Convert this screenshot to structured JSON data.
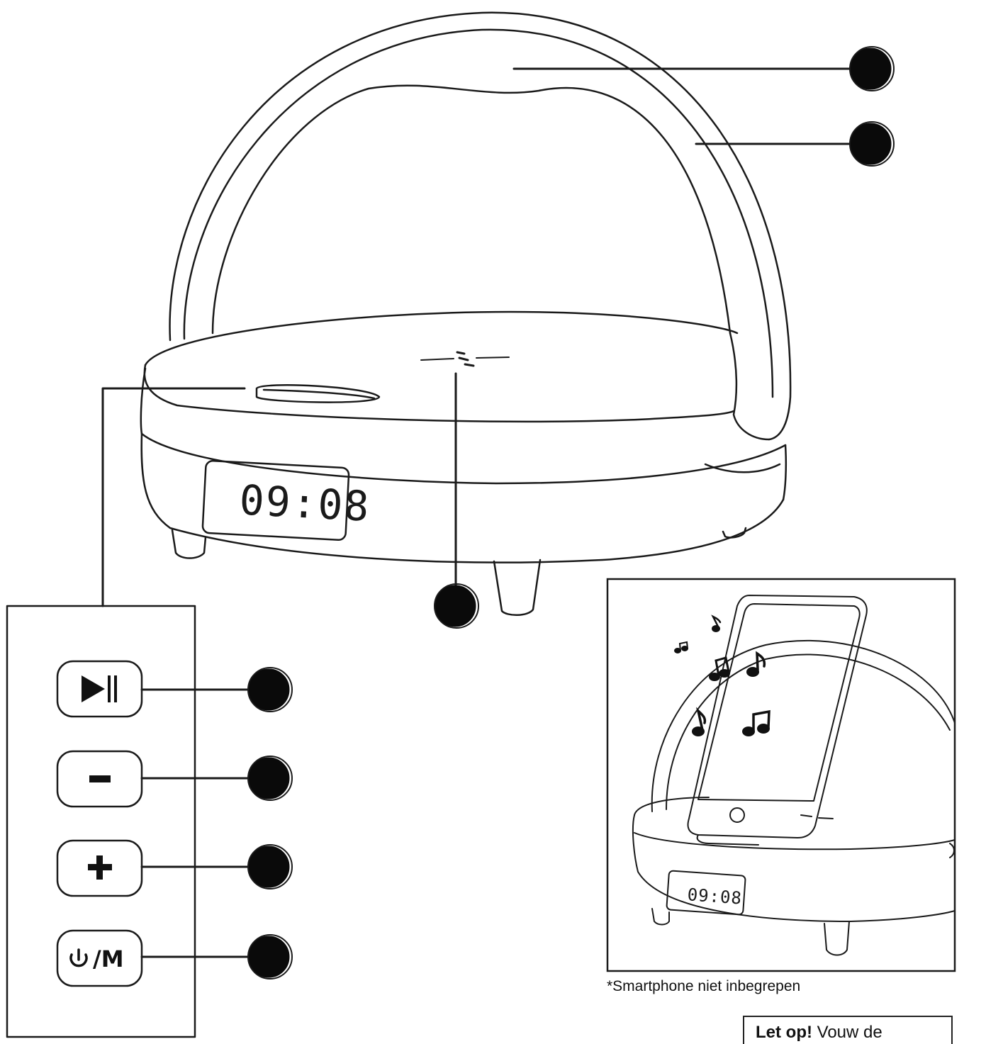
{
  "lamp": {
    "clock_display": "09:08"
  },
  "panel": {
    "buttons": [
      {
        "id": "play-pause",
        "icon": "play-pause-icon"
      },
      {
        "id": "volume-down",
        "glyph": "−",
        "icon": "minus-icon"
      },
      {
        "id": "volume-up",
        "glyph": "+",
        "icon": "plus-icon"
      },
      {
        "id": "power-mode",
        "glyph": "/M",
        "icon": "power-icon"
      }
    ]
  },
  "inset": {
    "clock_display": "09:08",
    "caption": "*Smartphone niet inbegrepen"
  },
  "notice": {
    "bold": "Let op!",
    "text": " Vouw de"
  },
  "colors": {
    "line": "#1a1a1a",
    "callout_dot": "#0a0a0a",
    "background": "#ffffff"
  }
}
